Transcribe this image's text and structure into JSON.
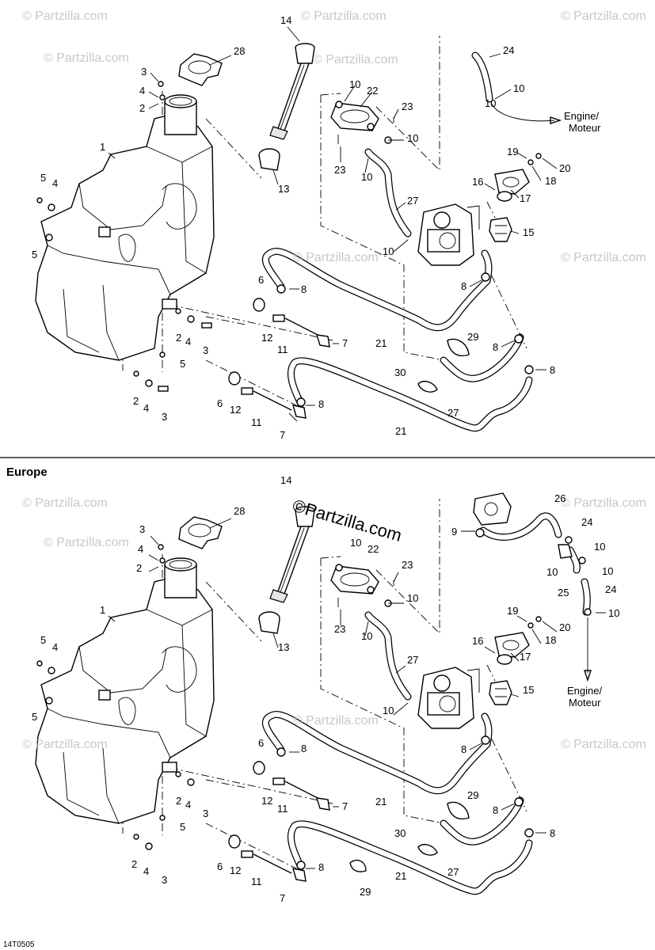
{
  "watermark": "© Partzilla.com",
  "center_watermark": "©Partzilla.com",
  "figure_code": "14T0505",
  "destination_label": {
    "line1": "Engine/",
    "line2": "Moteur"
  },
  "sections": [
    {
      "title": "",
      "callouts": [
        "1",
        "2",
        "2",
        "2",
        "3",
        "3",
        "3",
        "4",
        "4",
        "4",
        "4",
        "5",
        "5",
        "5",
        "6",
        "6",
        "7",
        "7",
        "8",
        "8",
        "8",
        "8",
        "8",
        "10",
        "10",
        "10",
        "10",
        "10",
        "10",
        "11",
        "11",
        "12",
        "12",
        "13",
        "14",
        "15",
        "16",
        "17",
        "18",
        "19",
        "20",
        "21",
        "21",
        "22",
        "23",
        "23",
        "24",
        "27",
        "27",
        "28",
        "29",
        "30"
      ]
    },
    {
      "title": "Europe",
      "callouts": [
        "1",
        "2",
        "2",
        "2",
        "3",
        "3",
        "3",
        "4",
        "4",
        "4",
        "4",
        "5",
        "5",
        "5",
        "6",
        "6",
        "7",
        "7",
        "8",
        "8",
        "8",
        "8",
        "8",
        "9",
        "10",
        "10",
        "10",
        "10",
        "10",
        "10",
        "10",
        "10",
        "11",
        "11",
        "12",
        "12",
        "13",
        "14",
        "15",
        "16",
        "17",
        "18",
        "19",
        "20",
        "21",
        "21",
        "22",
        "23",
        "23",
        "24",
        "24",
        "25",
        "26",
        "27",
        "27",
        "28",
        "29",
        "29",
        "30"
      ]
    }
  ]
}
